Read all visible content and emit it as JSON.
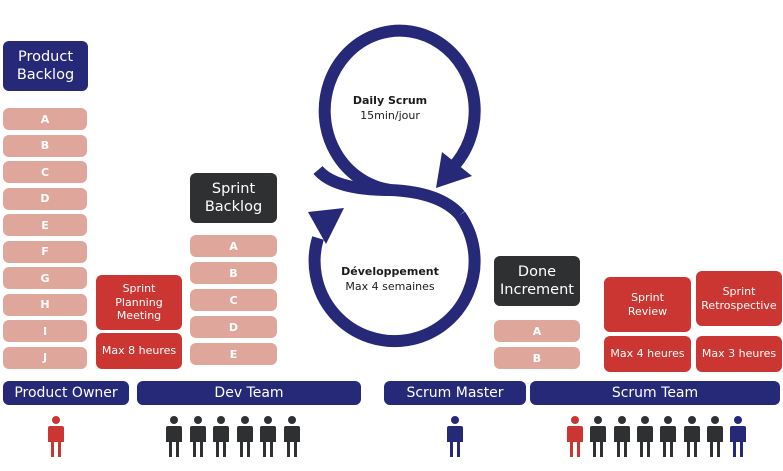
{
  "product_backlog": {
    "title": "Product Backlog",
    "items": [
      "A",
      "B",
      "C",
      "D",
      "E",
      "F",
      "G",
      "H",
      "I",
      "J"
    ]
  },
  "sprint_planning": {
    "title": "Sprint Planning Meeting",
    "duration": "Max 8 heures"
  },
  "sprint_backlog": {
    "title": "Sprint Backlog",
    "items": [
      "A",
      "B",
      "C",
      "D",
      "E"
    ]
  },
  "daily_scrum": {
    "title": "Daily Scrum",
    "duration": "15min/jour"
  },
  "development": {
    "title": "Développement",
    "duration": "Max 4 semaines"
  },
  "done_increment": {
    "title": "Done Increment",
    "items": [
      "A",
      "B"
    ]
  },
  "sprint_review": {
    "title": "Sprint Review",
    "duration": "Max 4 heures"
  },
  "sprint_retrospective": {
    "title": "Sprint Retrospective",
    "duration": "Max 3 heures"
  },
  "roles": [
    {
      "label": "Product Owner",
      "people": [
        "red"
      ]
    },
    {
      "label": "Dev Team",
      "people": [
        "dark",
        "dark",
        "dark",
        "dark",
        "dark",
        "dark"
      ]
    },
    {
      "label": "Scrum Master",
      "people": [
        "navy"
      ]
    },
    {
      "label": "Scrum Team",
      "people": [
        "red",
        "dark",
        "dark",
        "dark",
        "dark",
        "dark",
        "dark",
        "navy"
      ]
    }
  ],
  "colors": {
    "navy": "#262878",
    "dark": "#2e3031",
    "red": "#cc3632",
    "item": "#dfa69c"
  }
}
